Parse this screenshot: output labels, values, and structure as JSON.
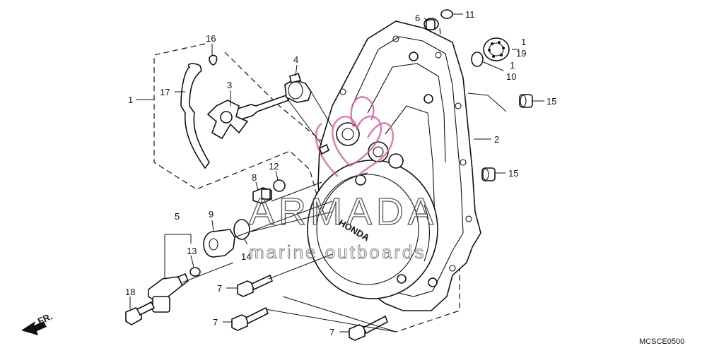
{
  "diagram": {
    "drawing_code": "MCSCE0500",
    "direction_label": "FR.",
    "cover_brand": "HONDA",
    "watermark": {
      "brand": "ARMADA",
      "tagline": "marine outboards"
    },
    "callouts": [
      "1",
      "17",
      "16",
      "3",
      "4",
      "6",
      "11",
      "1",
      "19",
      "1",
      "10",
      "15",
      "2",
      "15",
      "8",
      "12",
      "9",
      "5",
      "13",
      "14",
      "18",
      "7",
      "7",
      "7"
    ]
  }
}
